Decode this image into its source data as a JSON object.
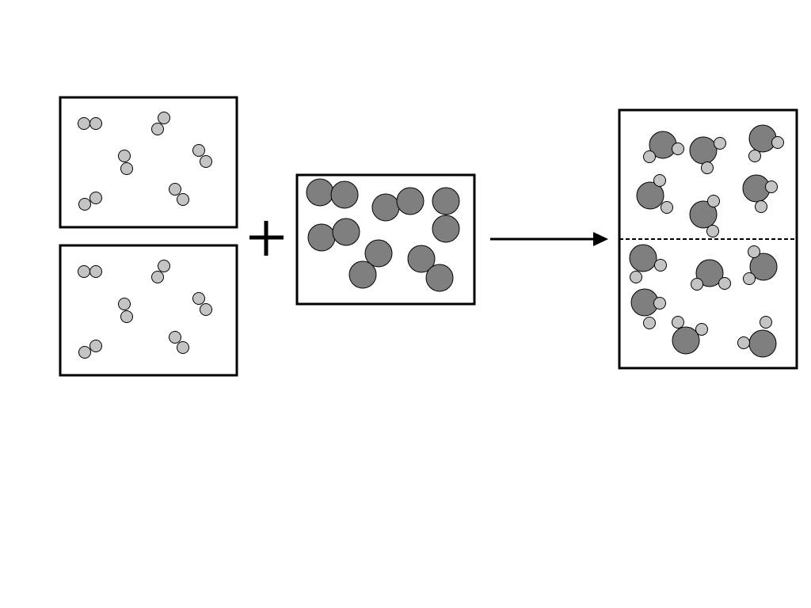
{
  "diagram": {
    "type": "reaction-particle-diagram",
    "reactant_1": {
      "containers": 2,
      "particle": "diatomic-molecule-small-light-atoms",
      "molecules_per_container": 6,
      "atom_color": "#c4c4c4"
    },
    "reactant_2": {
      "containers": 1,
      "particle": "diatomic-molecule-large-dark-atoms",
      "molecules_per_container": 6,
      "atom_color": "#7f7f7f"
    },
    "operator_symbol": "plus-sign",
    "arrow": "right-arrow",
    "product": {
      "containers": 1,
      "halves": 2,
      "particle": "triatomic-molecule-one-large-two-small",
      "molecules_per_half": 6,
      "divider": "dashed-line"
    }
  }
}
